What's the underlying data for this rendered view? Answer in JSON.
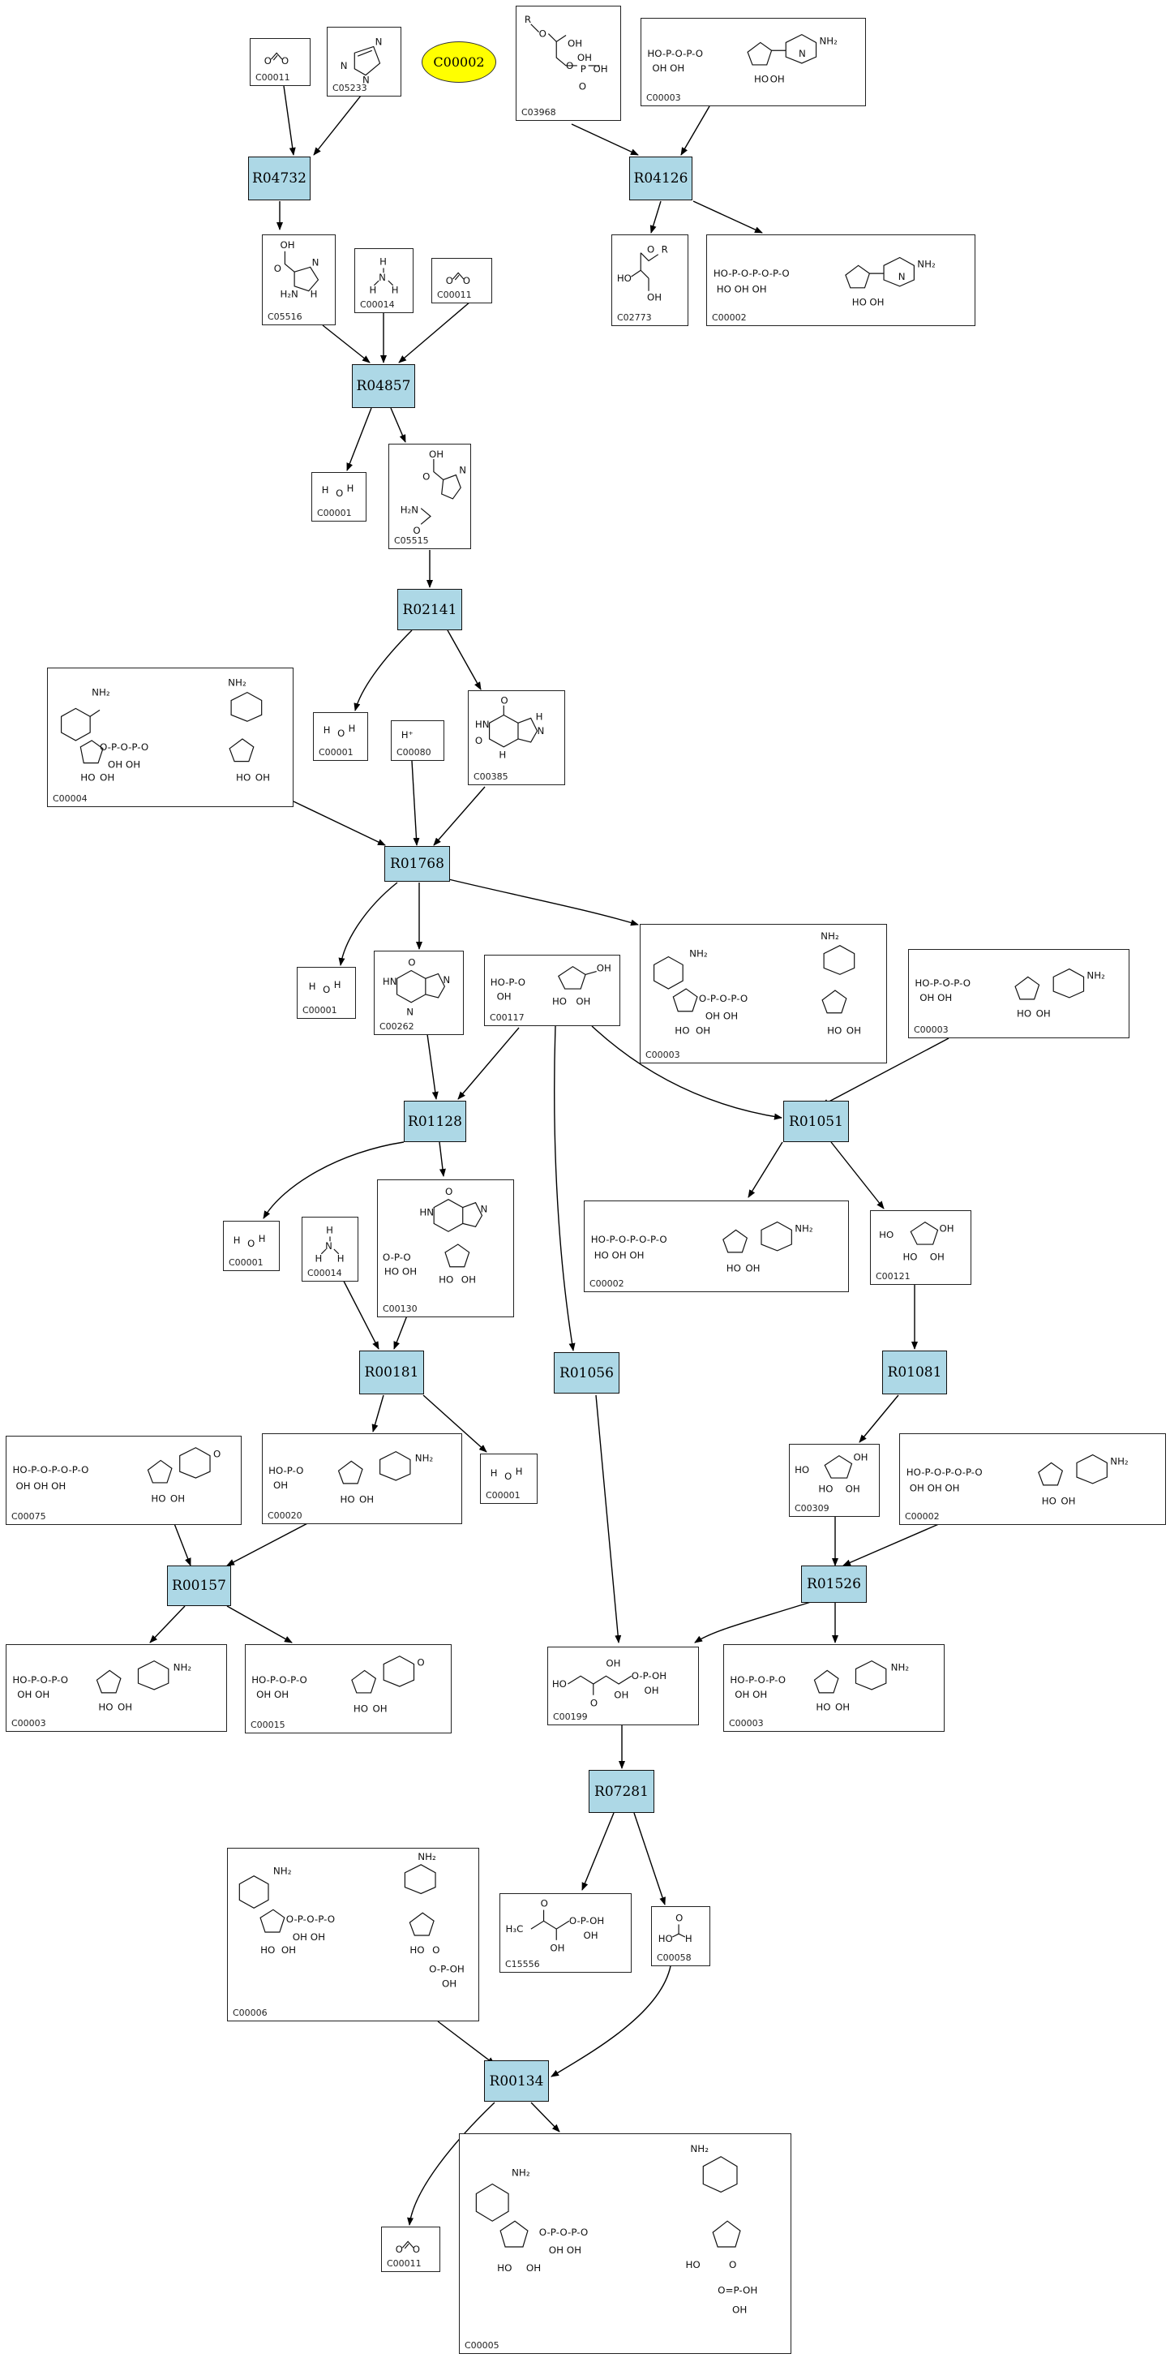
{
  "center_compound": "C00002",
  "reactions": {
    "R04732": "R04732",
    "R04126": "R04126",
    "R04857": "R04857",
    "R02141": "R02141",
    "R01768": "R01768",
    "R01128": "R01128",
    "R01051": "R01051",
    "R00181": "R00181",
    "R01056": "R01056",
    "R01081": "R01081",
    "R00157": "R00157",
    "R01526": "R01526",
    "R07281": "R07281",
    "R00134": "R00134"
  },
  "compounds": {
    "c00011a": "C00011",
    "c05233": "C05233",
    "c03968": "C03968",
    "c00003a": "C00003",
    "c05516": "C05516",
    "c00014a": "C00014",
    "c00011b": "C00011",
    "c02773": "C02773",
    "c00002a": "C00002",
    "c00001a": "C00001",
    "c05515": "C05515",
    "c00004": "C00004",
    "c00001b": "C00001",
    "c00080": "C00080",
    "c00385": "C00385",
    "c00001c": "C00001",
    "c00262": "C00262",
    "c00117": "C00117",
    "c00003b": "C00003",
    "c00003c": "C00003",
    "c00001d": "C00001",
    "c00014b": "C00014",
    "c00130": "C00130",
    "c00002b": "C00002",
    "c00121": "C00121",
    "c00075": "C00075",
    "c00020": "C00020",
    "c00001e": "C00001",
    "c00309": "C00309",
    "c00002c": "C00002",
    "c00003d": "C00003",
    "c00015": "C00015",
    "c00199": "C00199",
    "c00003e": "C00003",
    "c15556": "C15556",
    "c00058": "C00058",
    "c00006": "C00006",
    "c00011c": "C00011",
    "c00005": "C00005"
  }
}
